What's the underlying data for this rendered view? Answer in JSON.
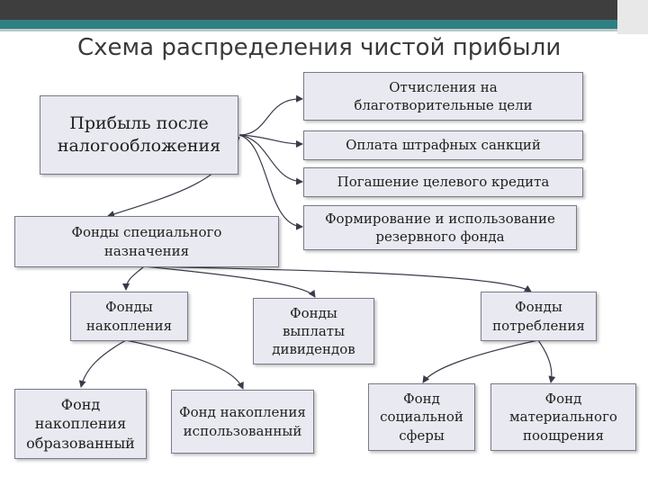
{
  "title": "Схема распределения чистой прибыли",
  "nodes": {
    "profit_after_tax": "Прибыль после налогообложения",
    "charity": "Отчисления на благотворительные цели",
    "fines": "Оплата штрафных санкций",
    "loan_repayment": "Погашение целевого кредита",
    "reserve_fund": "Формирование и использование резервного фонда",
    "special_funds": "Фонды специального назначения",
    "accumulation_funds": "Фонды накопления",
    "dividend_funds": "Фонды выплаты дивидендов",
    "consumption_funds": "Фонды потребления",
    "accum_formed": "Фонд накопления образованный",
    "accum_used": "Фонд накопления использованный",
    "social_fund": "Фонд социальной сферы",
    "incentive_fund": "Фонд материального поощрения"
  }
}
